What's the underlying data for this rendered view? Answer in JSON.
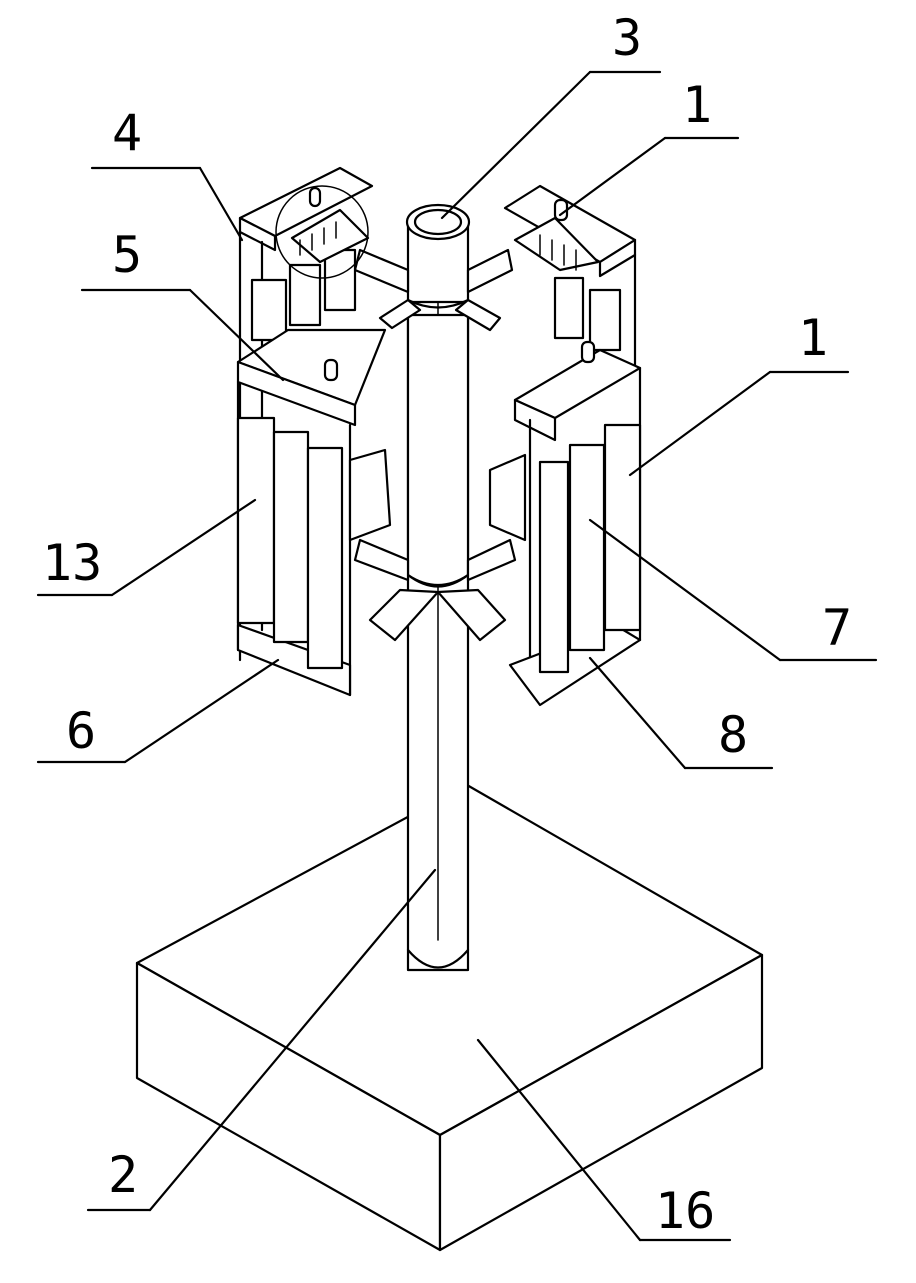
{
  "labels": [
    {
      "id": "1a",
      "text": "1"
    },
    {
      "id": "1b",
      "text": "1"
    },
    {
      "id": "2",
      "text": "2"
    },
    {
      "id": "3",
      "text": "3"
    },
    {
      "id": "4",
      "text": "4"
    },
    {
      "id": "5",
      "text": "5"
    },
    {
      "id": "6",
      "text": "6"
    },
    {
      "id": "7",
      "text": "7"
    },
    {
      "id": "8",
      "text": "8"
    },
    {
      "id": "13",
      "text": "13"
    },
    {
      "id": "16",
      "text": "16"
    }
  ],
  "colors": {
    "line": "#000000",
    "background": "#ffffff"
  }
}
